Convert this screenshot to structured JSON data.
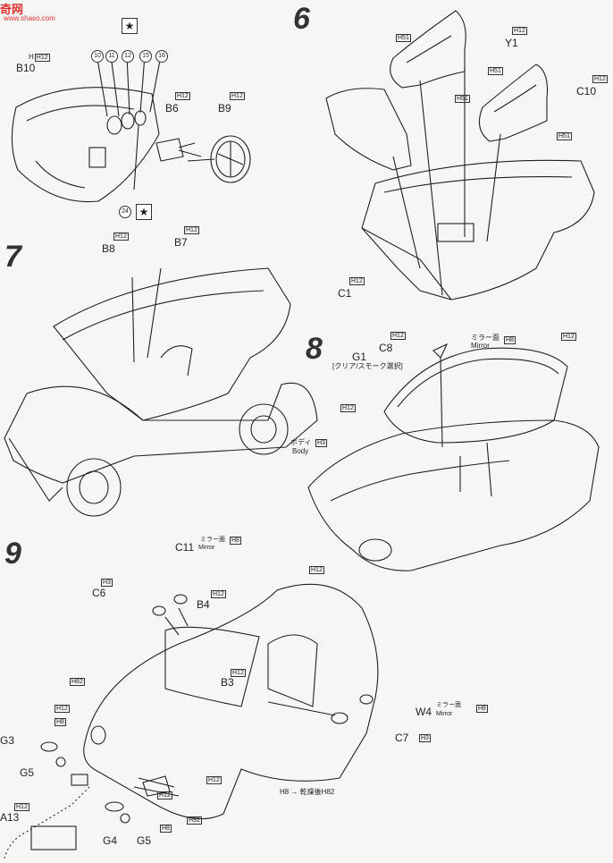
{
  "watermark": {
    "title": "奇网",
    "url": "www.shaso.com"
  },
  "steps": [
    "6",
    "7",
    "8",
    "9"
  ],
  "parts": {
    "b10": "B10",
    "b6": "B6",
    "b9": "B9",
    "b8": "B8",
    "b7": "B7",
    "y1": "Y1",
    "c10": "C10",
    "c1": "C1",
    "c8": "C8",
    "g1": "G1",
    "c11": "C11",
    "c6": "C6",
    "b4": "B4",
    "b3": "B3",
    "w4": "W4",
    "c7": "C7",
    "g3": "G3",
    "g5a": "G5",
    "a13": "A13",
    "g4": "G4",
    "g5b": "G5"
  },
  "colors": {
    "h12": "H12",
    "h51": "H51",
    "h3": "H3",
    "h8": "H8",
    "h82": "H82",
    "h92": "H92"
  },
  "callouts": [
    "10",
    "11",
    "12",
    "15",
    "16",
    "24"
  ],
  "notes": {
    "mirror_jp": "ミラー面",
    "mirror_en": "Mirror",
    "clear_smoke": "[クリア/スモーク選択]",
    "body_jp": "ボディ",
    "body_en": "Body",
    "after_dry": "H8 → 乾燥後H82"
  }
}
